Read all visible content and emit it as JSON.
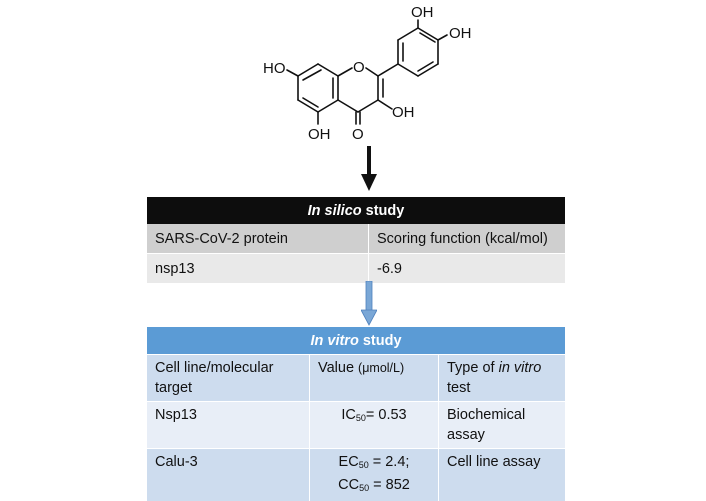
{
  "molecule": {
    "labels": {
      "oh_top": "OH",
      "oh_right": "OH",
      "ho_left": "HO",
      "o_ring": "O",
      "oh_mid": "OH",
      "oh_bottom": "OH",
      "o_keto": "O"
    }
  },
  "silico_table": {
    "header_italic": "In silico",
    "header_rest": " study",
    "columns": [
      "SARS-CoV-2 protein",
      "Scoring function (kcal/mol)"
    ],
    "rows": [
      {
        "protein": "nsp13",
        "score": "-6.9"
      }
    ]
  },
  "vitro_table": {
    "header_italic": "In vitro",
    "header_rest": " study",
    "col1": "Cell line/molecular target",
    "col2_main": "Value ",
    "col2_unit": "(μmol/L)",
    "col3_pre": "Type of ",
    "col3_italic": "in vitro",
    "col3_post": " test",
    "rows": [
      {
        "target": "Nsp13",
        "value_lines": [
          {
            "label": "IC",
            "sub": "50",
            "rest": "= 0.53"
          }
        ],
        "test": "Biochemical assay"
      },
      {
        "target": "Calu-3",
        "value_lines": [
          {
            "label": "EC",
            "sub": "50",
            "rest": " = 2.4;"
          },
          {
            "label": "CC",
            "sub": "50",
            "rest": " = 852"
          }
        ],
        "test": "Cell line assay"
      }
    ]
  },
  "colors": {
    "silico_header": "#0d0d0d",
    "vitro_header": "#5b9bd5",
    "arrow_blue": "#7aa7d6"
  }
}
